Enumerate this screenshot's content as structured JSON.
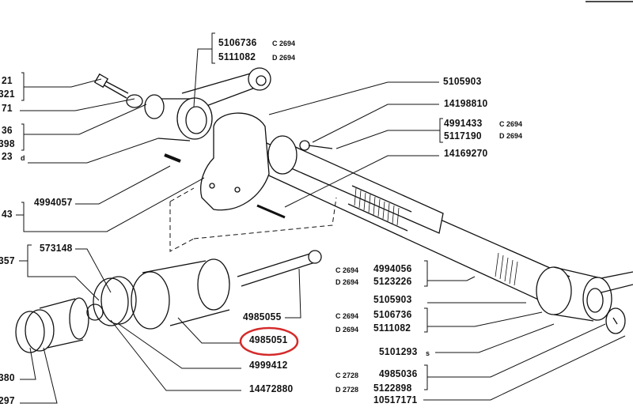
{
  "diagram": {
    "highlight_color": "#d42a2a",
    "highlighted_part": "4985051",
    "top_group": [
      {
        "part": "5106736",
        "variant": "C 2694"
      },
      {
        "part": "5111082",
        "variant": "D 2694"
      }
    ],
    "left_labels": {
      "l1": "21",
      "l2": "321",
      "l3": "71",
      "l4": "36",
      "l5": "398",
      "l6": "23",
      "l6_suffix": "d",
      "l7": "4994057",
      "l8": "43",
      "l9": "357",
      "l10": "573148",
      "l11": "380",
      "l12": "297"
    },
    "right_top": {
      "p1": "5105903",
      "p2": "14198810",
      "g1": [
        {
          "part": "4991433",
          "variant": "C 2694"
        },
        {
          "part": "5117190",
          "variant": "D 2694"
        }
      ],
      "p3": "14169270"
    },
    "center_labels": {
      "p1": "4985055",
      "p2": "4985051",
      "p3": "4999412",
      "p4": "14472880"
    },
    "right_bottom": {
      "g1": [
        {
          "part": "4994056",
          "variant": "C 2694"
        },
        {
          "part": "5123226",
          "variant": "D 2694"
        }
      ],
      "p1": "5105903",
      "g2": [
        {
          "part": "5106736",
          "variant": "C 2694"
        },
        {
          "part": "5111082",
          "variant": "D 2694"
        }
      ],
      "p2": "5101293",
      "p2_suffix": "s",
      "g3": [
        {
          "part": "4985036",
          "variant": "C 2728"
        },
        {
          "part": "5122898",
          "variant": "D 2728"
        }
      ],
      "p3": "10517171"
    }
  }
}
